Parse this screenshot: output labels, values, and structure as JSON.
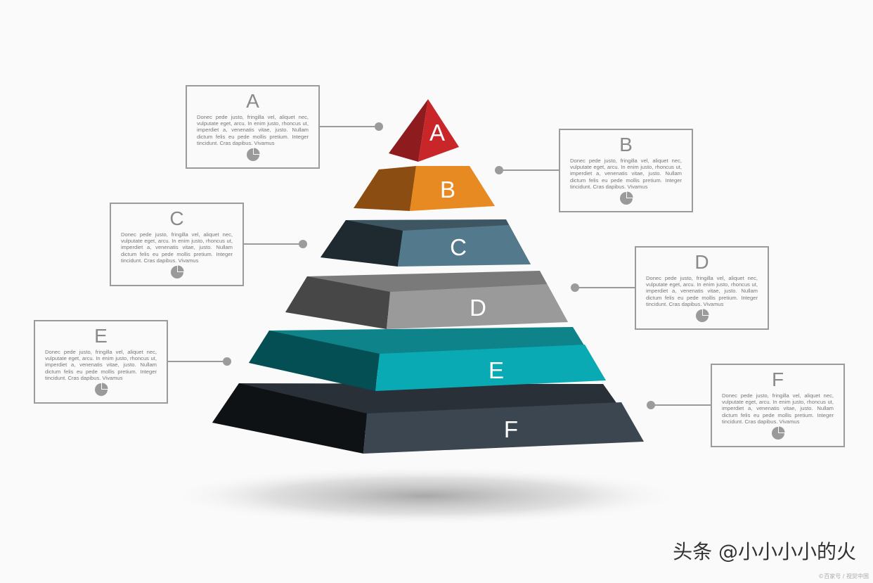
{
  "tiers": [
    {
      "letter": "A",
      "colors": {
        "left": "#8e1b1d",
        "front": "#c9262a",
        "top": "#e0585a"
      }
    },
    {
      "letter": "B",
      "colors": {
        "left": "#8c4d12",
        "front": "#e88a22",
        "top": "#f4ad55"
      }
    },
    {
      "letter": "C",
      "colors": {
        "left": "#1e2930",
        "front": "#527a8c",
        "top": "#3e5661"
      }
    },
    {
      "letter": "D",
      "colors": {
        "left": "#474747",
        "front": "#9a9a9a",
        "top": "#7a7a7a"
      }
    },
    {
      "letter": "E",
      "colors": {
        "left": "#034f54",
        "front": "#09aab4",
        "top": "#0e8389"
      }
    },
    {
      "letter": "F",
      "colors": {
        "left": "#0f1215",
        "front": "#3c4650",
        "top": "#2a3038"
      }
    }
  ],
  "callouts": [
    {
      "title": "A",
      "text": "Donec pede justo, fringilla vel, aliquet nec, vulputate eget, arcu. In enim justo, rhoncus ut, imperdiet a, venenatis vitae, justo. Nullam dictum felis eu pede mollis pretium. Integer tincidunt. Cras dapibus. Vivamus"
    },
    {
      "title": "B",
      "text": "Donec pede justo, fringilla vel, aliquet nec, vulputate eget, arcu. In enim justo, rhoncus ut, imperdiet a, venenatis vitae, justo. Nullam dictum felis eu pede mollis pretium. Integer tincidunt. Cras dapibus. Vivamus"
    },
    {
      "title": "C",
      "text": "Donec pede justo, fringilla vel, aliquet nec, vulputate eget, arcu. In enim justo, rhoncus ut, imperdiet a, venenatis vitae, justo. Nullam dictum felis eu pede mollis pretium. Integer tincidunt. Cras dapibus. Vivamus"
    },
    {
      "title": "D",
      "text": "Donec pede justo, fringilla vel, aliquet nec, vulputate eget, arcu. In enim justo, rhoncus ut, imperdiet a, venenatis vitae, justo. Nullam dictum felis eu pede mollis pretium. Integer tincidunt. Cras dapibus. Vivamus"
    },
    {
      "title": "E",
      "text": "Donec pede justo, fringilla vel, aliquet nec, vulputate eget, arcu. In enim justo, rhoncus ut, imperdiet a, venenatis vitae, justo. Nullam dictum felis eu pede mollis pretium. Integer tincidunt. Cras dapibus. Vivamus"
    },
    {
      "title": "F",
      "text": "Donec pede justo, fringilla vel, aliquet nec, vulputate eget, arcu. In enim justo, rhoncus ut, imperdiet a, venenatis vitae, justo. Nullam dictum felis eu pede mollis pretium. Integer tincidunt. Cras dapibus. Vivamus"
    }
  ],
  "icons": {
    "callout_icon": "pie-chart-icon"
  },
  "colors": {
    "connector": "#9b9b9b",
    "box_border": "#9b9b9b",
    "pie": "#9a9a9a"
  },
  "watermark": "头条 @小小小小的火",
  "credit": "©百家号 / 视觉中国"
}
